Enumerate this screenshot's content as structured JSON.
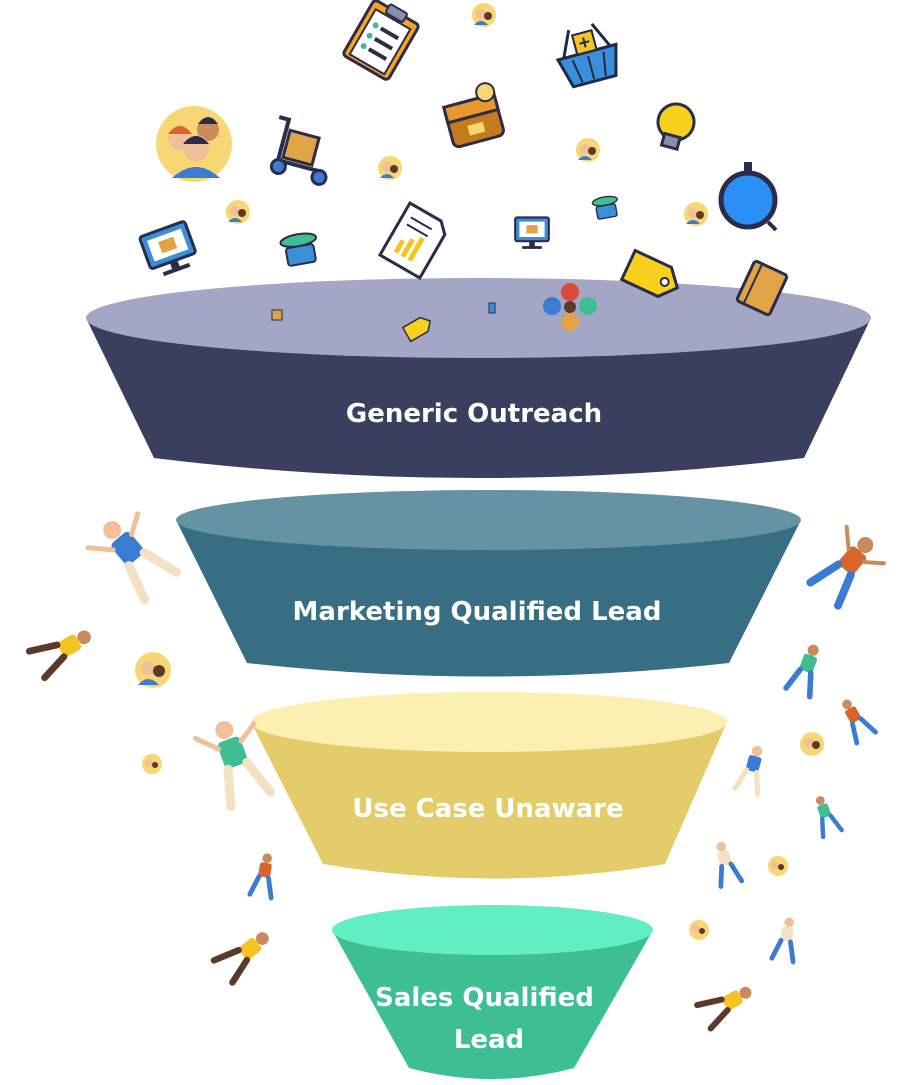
{
  "funnel": {
    "stages": [
      {
        "lines": [
          "Generic Outreach"
        ],
        "body_color": "#3b3f5f",
        "rim_color": "#a3a6c5"
      },
      {
        "lines": [
          "Marketing Qualified Lead"
        ],
        "body_color": "#376e84",
        "rim_color": "#6593a3"
      },
      {
        "lines": [
          "Use Case Unaware"
        ],
        "body_color": "#e4cc6a",
        "rim_color": "#fbf0b2"
      },
      {
        "lines": [
          "Sales Qualified",
          "Lead"
        ],
        "body_color": "#3dbf91",
        "rim_color": "#62eec4"
      }
    ]
  },
  "icons": [
    "clipboard-icon",
    "shopping-basket-icon",
    "team-avatar-icon",
    "hand-truck-icon",
    "wallet-icon",
    "lightbulb-icon",
    "stopwatch-icon",
    "monitor-icon",
    "document-icon",
    "weighing-scale-icon",
    "price-tag-icon",
    "notebook-icon",
    "people-group-icon",
    "person-avatar-icon",
    "falling-person-icon"
  ]
}
